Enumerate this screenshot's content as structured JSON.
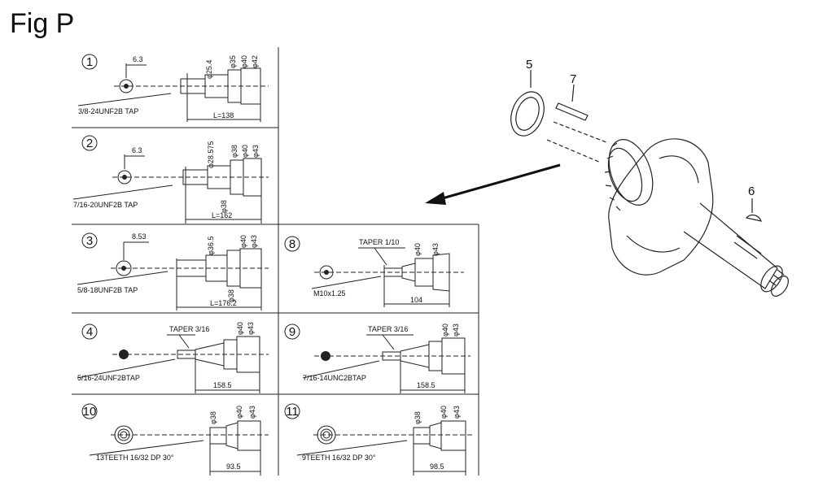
{
  "figure_title": "Fig P",
  "panels": [
    {
      "number": "1",
      "thread": "3/8-24UNF2B TAP",
      "offset": "6.3",
      "length": "L=138",
      "diameters": [
        "φ25.4",
        "φ35",
        "φ40",
        "φ42"
      ]
    },
    {
      "number": "2",
      "thread": "7/16-20UNF2B TAP",
      "offset": "6.3",
      "length": "L=162",
      "diameters": [
        "φ28.575",
        "φ38",
        "φ40",
        "φ43"
      ],
      "diameter_extra": "φ38"
    },
    {
      "number": "3",
      "thread": "5/8-18UNF2B TAP",
      "offset": "8.53",
      "length": "L=176.2",
      "diameters": [
        "φ36.5",
        "φ40",
        "φ43"
      ],
      "diameter_extra": "φ38"
    },
    {
      "number": "4",
      "thread": "5/16-24UNF2BTAP",
      "taper": "TAPER 3/16",
      "length": "158.5",
      "diameters": [
        "φ40",
        "φ43"
      ]
    },
    {
      "number": "8",
      "thread": "M10x1.25",
      "taper": "TAPER 1/10",
      "length": "104",
      "diameters": [
        "φ40",
        "φ43"
      ]
    },
    {
      "number": "9",
      "thread": "7/16-14UNC2BTAP",
      "taper": "TAPER 3/16",
      "length": "158.5",
      "diameters": [
        "φ40",
        "φ43"
      ]
    },
    {
      "number": "10",
      "thread": "13TEETH 16/32 DP 30°",
      "length": "93.5",
      "diameters": [
        "φ38",
        "φ40",
        "φ43"
      ]
    },
    {
      "number": "11",
      "thread": "9TEETH 16/32 DP 30°",
      "length": "98.5",
      "diameters": [
        "φ38",
        "φ40",
        "φ43"
      ]
    }
  ],
  "callouts": [
    "5",
    "7",
    "6"
  ]
}
